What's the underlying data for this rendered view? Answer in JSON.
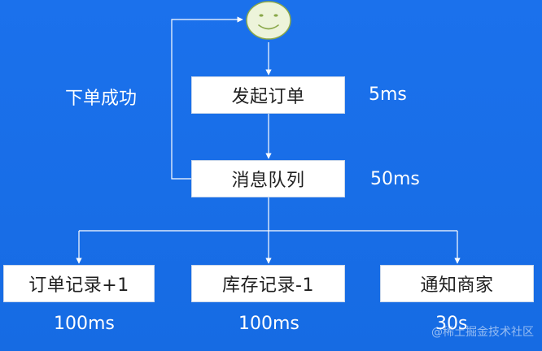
{
  "diagram": {
    "actor_icon": "smiley-face-icon",
    "loop_label": "下单成功",
    "nodes": {
      "place_order": "发起订单",
      "message_queue": "消息队列",
      "order_record": "订单记录+1",
      "stock_record": "库存记录-1",
      "notify_merchant": "通知商家"
    },
    "timings": {
      "place_order": "5ms",
      "message_queue": "50ms",
      "order_record": "100ms",
      "stock_record": "100ms",
      "notify_merchant": "30s"
    },
    "colors": {
      "background": "#1A6EE8",
      "box": "#FFFFFF",
      "smiley_fill": "#EDF4DA",
      "smiley_stroke": "#8AA84A",
      "connector": "#FFFFFF"
    }
  },
  "watermark": "@稀土掘金技术社区"
}
